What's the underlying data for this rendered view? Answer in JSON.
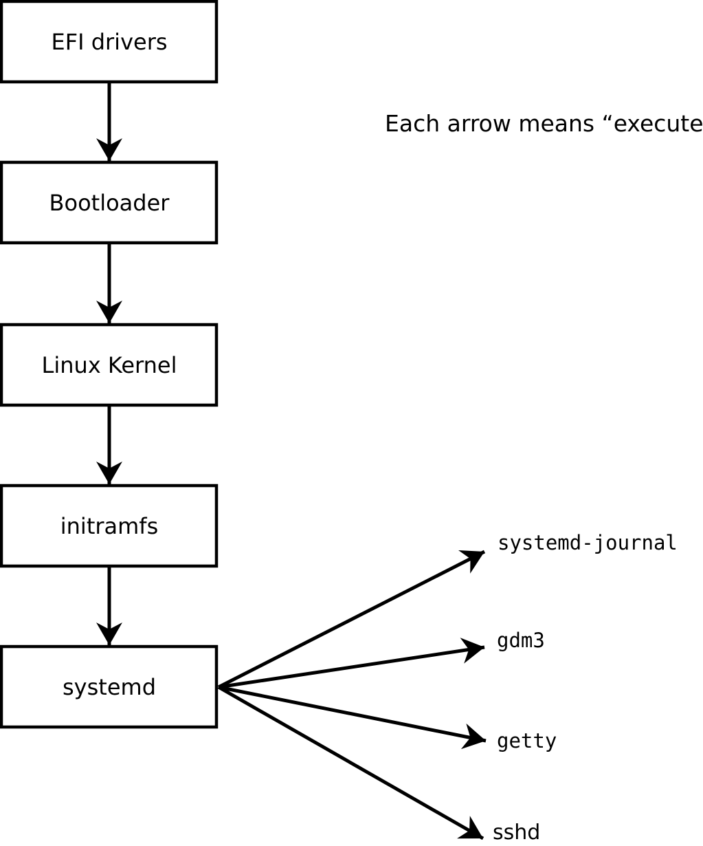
{
  "diagram": {
    "background_color": "#ffffff",
    "line_color": "#000000",
    "annotation": "Each arrow means “executes”.",
    "chain": [
      {
        "label": "EFI drivers"
      },
      {
        "label": "Bootloader"
      },
      {
        "label": "Linux Kernel"
      },
      {
        "label": "initramfs"
      },
      {
        "label": "systemd"
      }
    ],
    "spawned": [
      {
        "label": "systemd-journal"
      },
      {
        "label": "gdm3"
      },
      {
        "label": "getty"
      },
      {
        "label": "sshd"
      }
    ]
  }
}
